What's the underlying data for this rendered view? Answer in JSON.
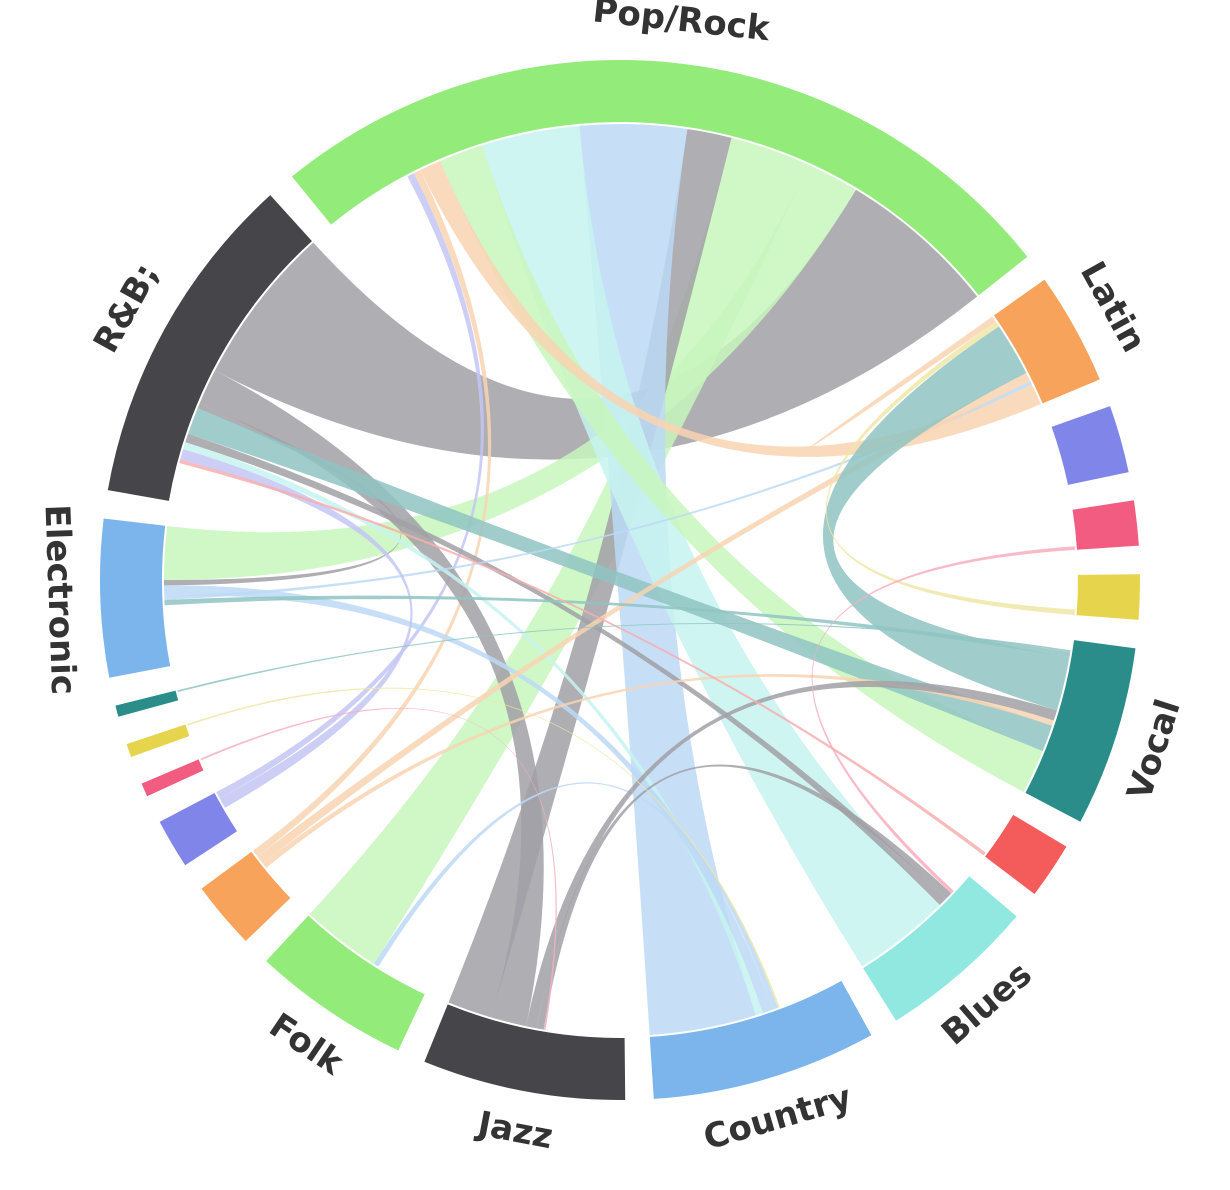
{
  "chart_data": {
    "type": "chord",
    "title": "",
    "groups": [
      {
        "name": "Pop/Rock",
        "label": "Pop/Rock",
        "value": 36,
        "color": "#93eb7a"
      },
      {
        "name": "R&B",
        "label": "R&B;",
        "value": 15,
        "color": "#46454a"
      },
      {
        "name": "Electronic",
        "label": "Electronic",
        "value": 7,
        "color": "#7cb5ec"
      },
      {
        "name": "G4",
        "label": "",
        "value": 0.5,
        "color": "#2a8d89"
      },
      {
        "name": "G5",
        "label": "",
        "value": 0.6,
        "color": "#e5d44c"
      },
      {
        "name": "G6",
        "label": "",
        "value": 0.6,
        "color": "#f15c80"
      },
      {
        "name": "G7",
        "label": "",
        "value": 2.2,
        "color": "#8085e9"
      },
      {
        "name": "G8",
        "label": "",
        "value": 3.0,
        "color": "#f7a35c"
      },
      {
        "name": "Folk",
        "label": "Folk",
        "value": 7,
        "color": "#93eb7a"
      },
      {
        "name": "Jazz",
        "label": "Jazz",
        "value": 9,
        "color": "#46454a"
      },
      {
        "name": "Country",
        "label": "Country",
        "value": 10,
        "color": "#7cb5ec"
      },
      {
        "name": "Blues",
        "label": "Blues",
        "value": 7,
        "color": "#91e8e1"
      },
      {
        "name": "G13",
        "label": "",
        "value": 2.5,
        "color": "#f45b5b"
      },
      {
        "name": "Vocal",
        "label": "Vocal",
        "value": 8,
        "color": "#2a8d89"
      },
      {
        "name": "G15",
        "label": "",
        "value": 2.0,
        "color": "#e5d44c"
      },
      {
        "name": "G16",
        "label": "",
        "value": 2.0,
        "color": "#f15c80"
      },
      {
        "name": "G17",
        "label": "",
        "value": 3.0,
        "color": "#8085e9"
      },
      {
        "name": "Latin",
        "label": "Latin",
        "value": 5,
        "color": "#f7a35c"
      }
    ],
    "flows": [
      {
        "from": "Pop/Rock",
        "to": "R&B",
        "value": 9,
        "color": "#a1a0a6"
      },
      {
        "from": "Pop/Rock",
        "to": "Electronic",
        "value": 3,
        "color": "#c8f6bc"
      },
      {
        "from": "Pop/Rock",
        "to": "Folk",
        "value": 4.5,
        "color": "#c8f6bc"
      },
      {
        "from": "Pop/Rock",
        "to": "Jazz",
        "value": 2.5,
        "color": "#a1a0a6"
      },
      {
        "from": "Pop/Rock",
        "to": "Country",
        "value": 6,
        "color": "#bcd9f6"
      },
      {
        "from": "Pop/Rock",
        "to": "Blues",
        "value": 5.5,
        "color": "#c7f3f0"
      },
      {
        "from": "Pop/Rock",
        "to": "Vocal",
        "value": 2.5,
        "color": "#c8f6bc"
      },
      {
        "from": "Pop/Rock",
        "to": "Latin",
        "value": 1.2,
        "color": "#f9d3b1"
      },
      {
        "from": "Pop/Rock",
        "to": "G8",
        "value": 0.4,
        "color": "#f9d3b1"
      },
      {
        "from": "Pop/Rock",
        "to": "G7",
        "value": 0.4,
        "color": "#c3c5f4"
      },
      {
        "from": "R&B",
        "to": "Jazz",
        "value": 2,
        "color": "#a1a0a6"
      },
      {
        "from": "R&B",
        "to": "Electronic",
        "value": 0.3,
        "color": "#a1a0a6"
      },
      {
        "from": "R&B",
        "to": "Vocal",
        "value": 1.5,
        "color": "#8fc4c2"
      },
      {
        "from": "R&B",
        "to": "Blues",
        "value": 0.5,
        "color": "#a1a0a6"
      },
      {
        "from": "R&B",
        "to": "Country",
        "value": 0.4,
        "color": "#c7f3f0"
      },
      {
        "from": "Electronic",
        "to": "Country",
        "value": 0.6,
        "color": "#bcd9f6"
      },
      {
        "from": "Electronic",
        "to": "Latin",
        "value": 0.2,
        "color": "#bcd9f6"
      },
      {
        "from": "G7",
        "to": "R&B",
        "value": 0.6,
        "color": "#c3c5f4"
      },
      {
        "from": "G8",
        "to": "Latin",
        "value": 0.5,
        "color": "#f9d3b1"
      },
      {
        "from": "G8",
        "to": "Vocal",
        "value": 0.3,
        "color": "#f9d3b1"
      },
      {
        "from": "Folk",
        "to": "Country",
        "value": 0.3,
        "color": "#bcd9f6"
      },
      {
        "from": "Jazz",
        "to": "Vocal",
        "value": 0.6,
        "color": "#a1a0a6"
      },
      {
        "from": "Jazz",
        "to": "Blues",
        "value": 0.4,
        "color": "#a1a0a6"
      },
      {
        "from": "Vocal",
        "to": "Latin",
        "value": 3,
        "color": "#8fc4c2"
      },
      {
        "from": "Vocal",
        "to": "Electronic",
        "value": 0.3,
        "color": "#8fc4c2"
      },
      {
        "from": "G15",
        "to": "Latin",
        "value": 0.3,
        "color": "#f0e6a6"
      },
      {
        "from": "G16",
        "to": "Blues",
        "value": 0.2,
        "color": "#f7aec0"
      },
      {
        "from": "G13",
        "to": "R&B",
        "value": 0.2,
        "color": "#f7aeae"
      },
      {
        "from": "G5",
        "to": "Country",
        "value": 0.1,
        "color": "#f0e6a6"
      },
      {
        "from": "G6",
        "to": "Jazz",
        "value": 0.1,
        "color": "#f7aec0"
      },
      {
        "from": "G4",
        "to": "Vocal",
        "value": 0.1,
        "color": "#8fc4c2"
      },
      {
        "from": "Latin",
        "to": "Latin",
        "value": 0.4,
        "color": "#f9d3b1"
      }
    ],
    "legend": "none",
    "grid": false
  }
}
